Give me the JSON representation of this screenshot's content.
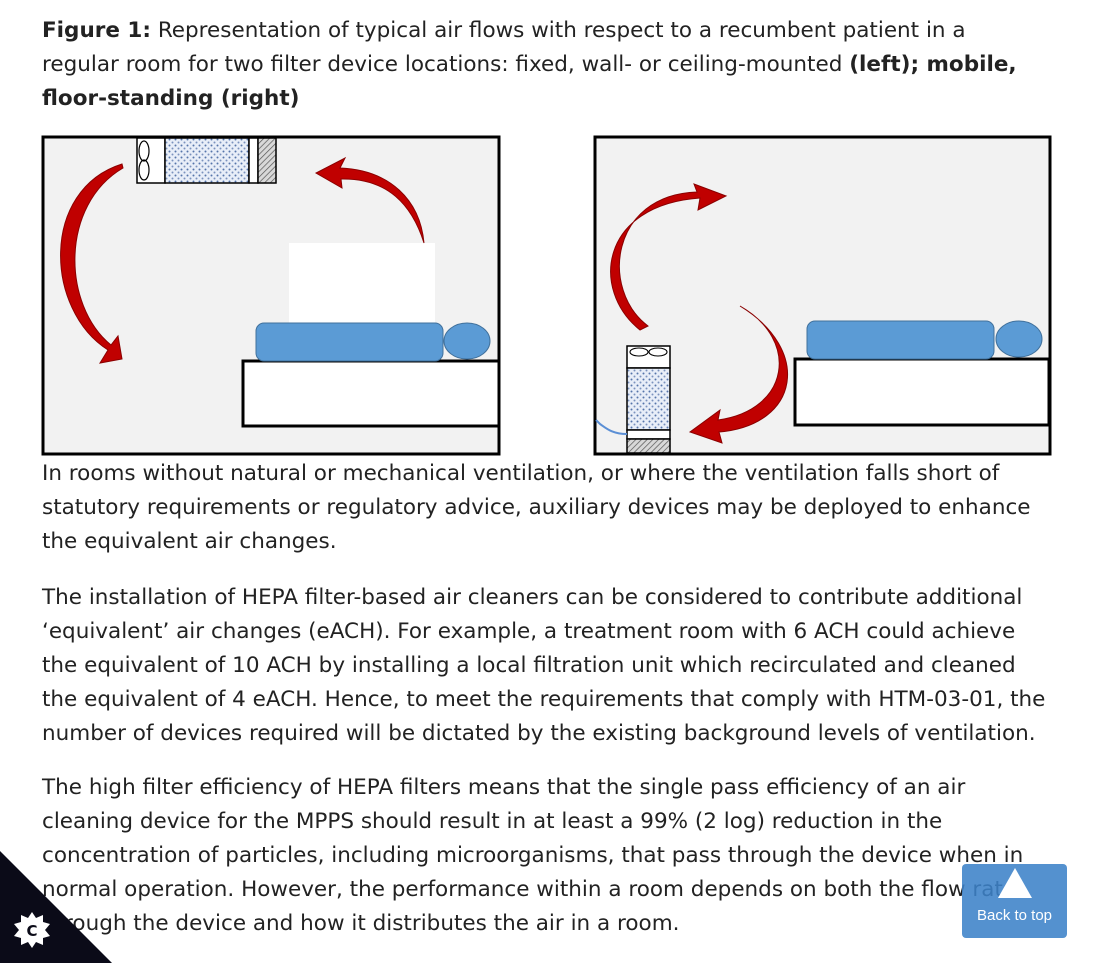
{
  "caption": {
    "label": "Figure 1:",
    "text": " Representation of typical air flows with respect to a recumbent patient in a regular room for two filter device locations: fixed, wall- or ceiling-mounted ",
    "bold_tail": "(left); mobile, floor-standing (right)"
  },
  "paragraphs": [
    "In rooms without natural or mechanical ventilation, or where the ventilation falls short of statutory requirements or regulatory advice, auxiliary devices may be deployed to enhance the equivalent air changes.",
    "The installation of HEPA filter-based air cleaners can be considered to contribute additional ‘equivalent’ air changes (eACH). For example, a treatment room with 6 ACH could achieve the equivalent of 10 ACH by installing a local filtration unit which recirculated and cleaned the equivalent of 4 eACH. Hence, to meet the requirements that comply with HTM-03-01, the number of devices required will be dictated by the existing background levels of ventilation.",
    "The high filter efficiency of HEPA filters means that the single pass efficiency of an air cleaning device for the MPPS should result in at least a 99% (2 log) reduction in the concentration of particles, including microorganisms, that pass through the device when in normal operation. However, the performance within a room depends on both the flow rate through the device and how it distributes the air in a room."
  ],
  "back_to_top": {
    "label": "Back to top",
    "icon": "up-triangle-icon"
  },
  "cookie_button": {
    "icon": "cookie-gear-icon",
    "letter": "C"
  },
  "colors": {
    "room_fill": "#f2f2f2",
    "arrow": "#c00000",
    "patient": "#5b9bd5",
    "back_to_top": "#3c82c8"
  }
}
